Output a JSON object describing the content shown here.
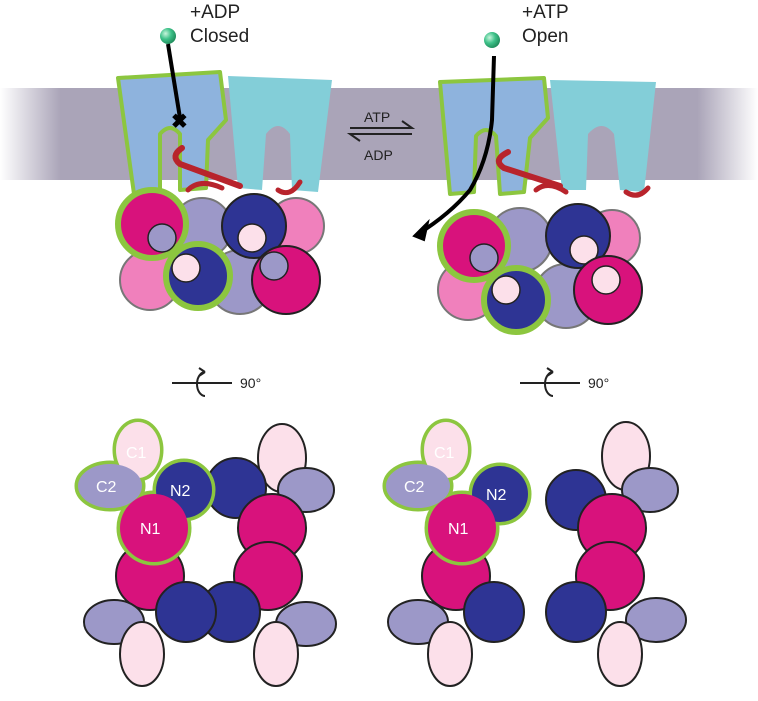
{
  "left_state": {
    "nucleotide": "+ADP",
    "state": "Closed",
    "rotation": "90°"
  },
  "right_state": {
    "nucleotide": "+ATP",
    "state": "Open",
    "rotation": "90°"
  },
  "equilibrium": {
    "forward": "ATP",
    "reverse": "ADP"
  },
  "subunit_labels": {
    "c1": "C1",
    "c2": "C2",
    "n1": "N1",
    "n2": "N2"
  },
  "colors": {
    "membrane": "#a9a3b7",
    "tm_blue": "#8eb3dd",
    "tm_cyan": "#83ced8",
    "highlight_green": "#8cc63f",
    "plug_red": "#b8242c",
    "nbd_magenta": "#d8127c",
    "nbd_navy": "#2e3494",
    "nbd_lavender": "#9c98c8",
    "nbd_pink": "#f080bc",
    "nbd_pale_pink": "#fce0ea",
    "substrate_green": "#3fc28a"
  }
}
